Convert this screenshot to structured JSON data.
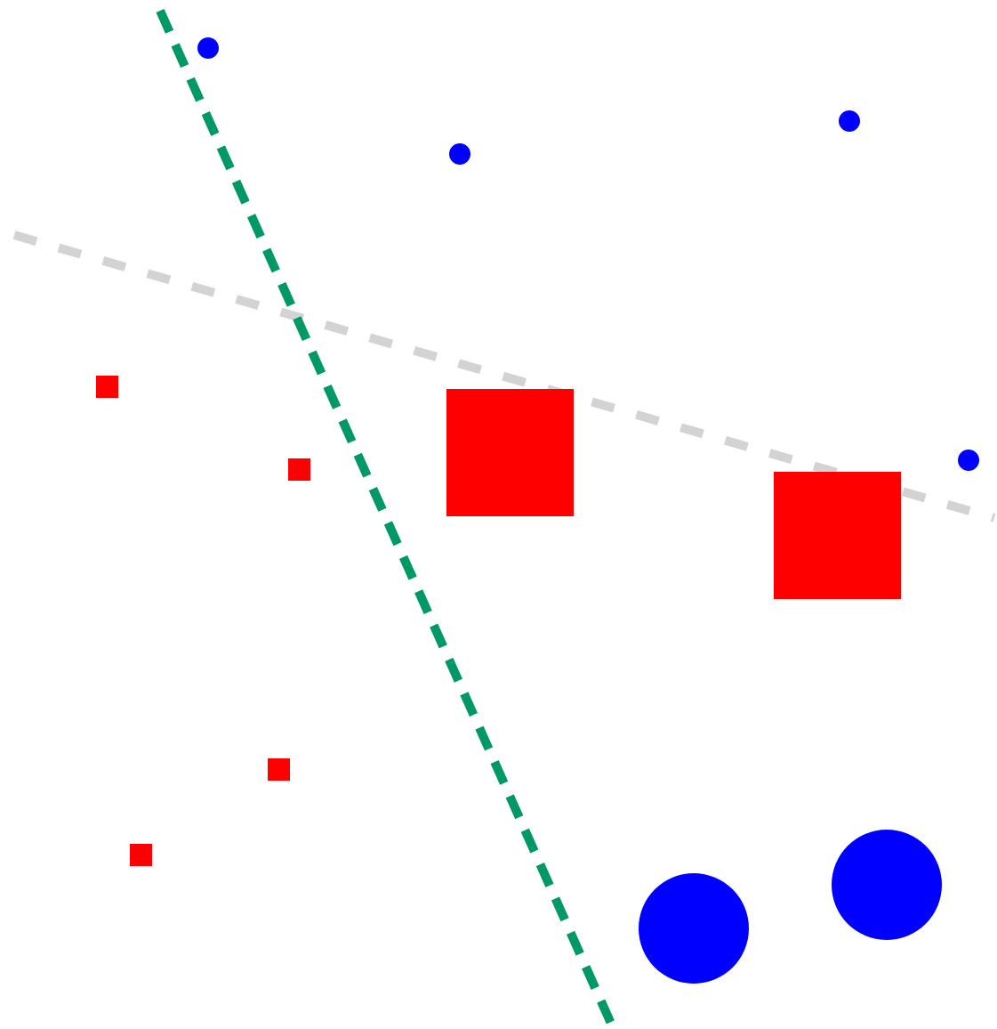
{
  "colors": {
    "background": "#ffffff",
    "circle": "#0000ff",
    "square": "#ff0000",
    "line_green": "#009966",
    "line_gray": "#d3d3d3"
  },
  "shapes": {
    "circles": [
      {
        "id": "small-1",
        "size": "small"
      },
      {
        "id": "small-2",
        "size": "small"
      },
      {
        "id": "small-3",
        "size": "small"
      },
      {
        "id": "small-4",
        "size": "small"
      },
      {
        "id": "large-1",
        "size": "large"
      },
      {
        "id": "large-2",
        "size": "large"
      }
    ],
    "squares": [
      {
        "id": "small-1",
        "size": "small"
      },
      {
        "id": "small-2",
        "size": "small"
      },
      {
        "id": "small-3",
        "size": "small"
      },
      {
        "id": "small-4",
        "size": "small"
      },
      {
        "id": "large-1",
        "size": "large"
      },
      {
        "id": "large-2",
        "size": "large"
      }
    ],
    "lines": [
      {
        "id": "green-line",
        "style": "dashed",
        "color": "#009966"
      },
      {
        "id": "gray-line",
        "style": "dashed",
        "color": "#d3d3d3"
      }
    ]
  }
}
